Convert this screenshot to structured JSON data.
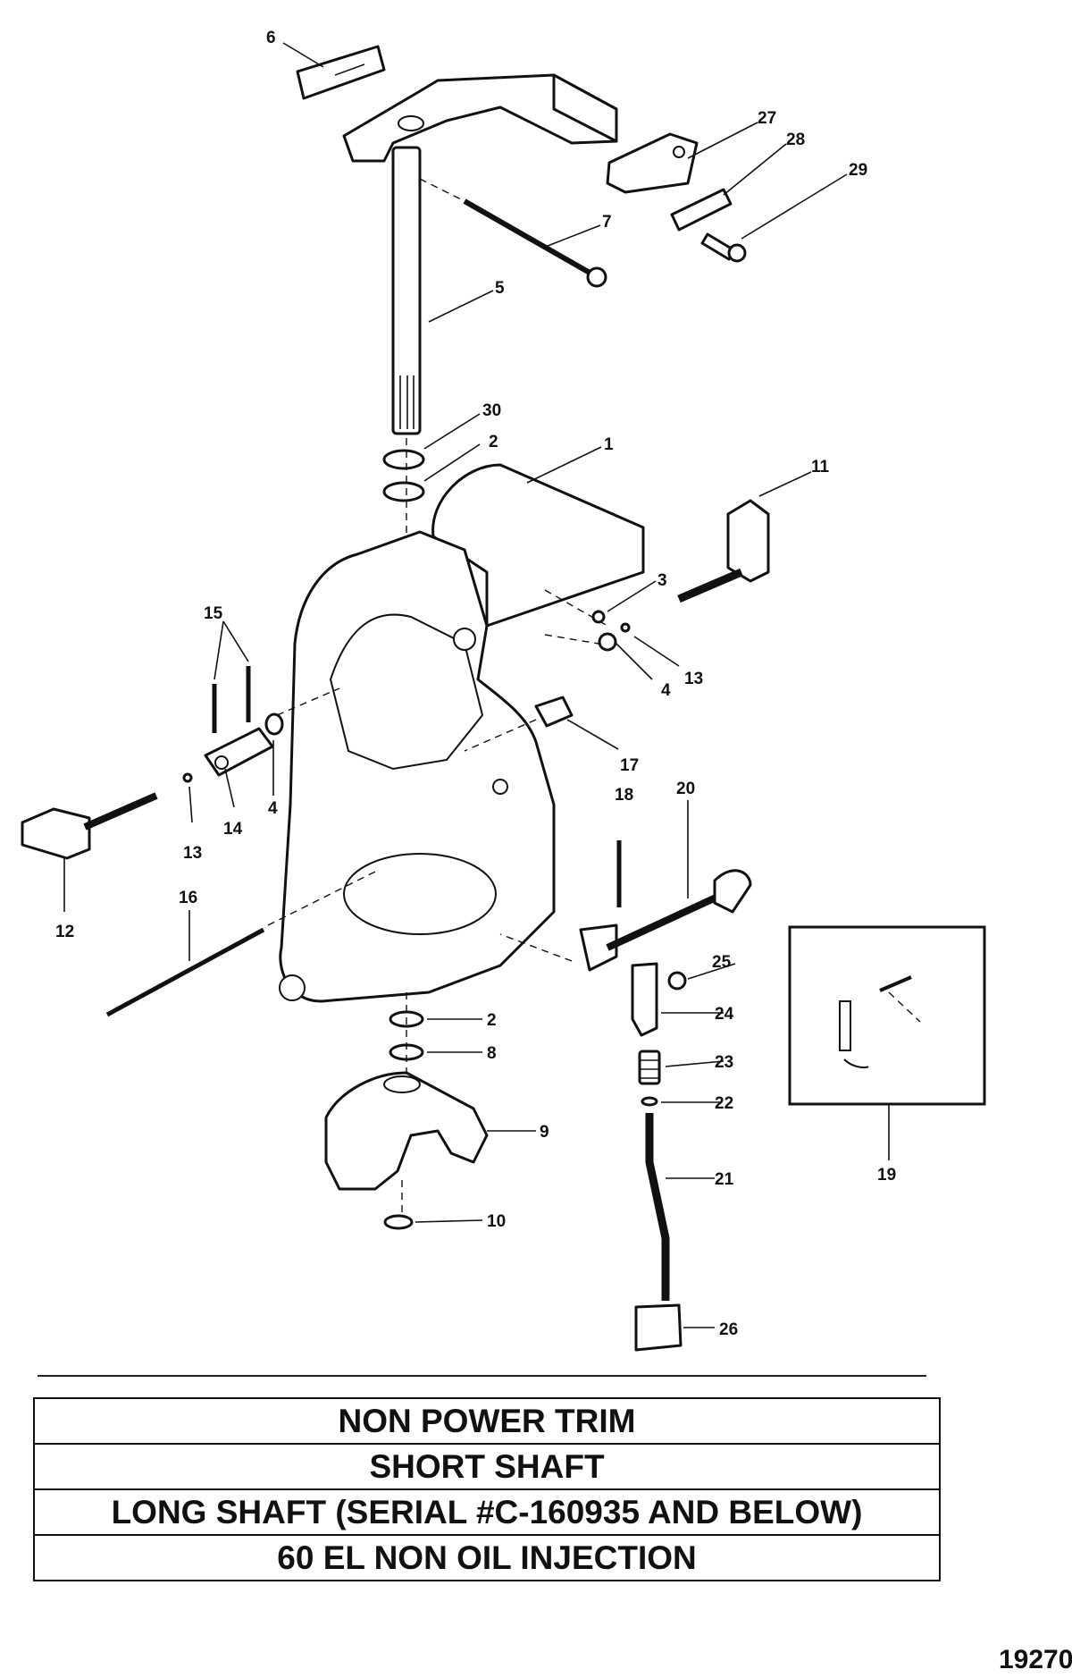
{
  "callouts": {
    "c1": "1",
    "c2a": "2",
    "c2b": "2",
    "c3": "3",
    "c4a": "4",
    "c4b": "4",
    "c5": "5",
    "c6": "6",
    "c7": "7",
    "c8": "8",
    "c9": "9",
    "c10": "10",
    "c11": "11",
    "c12": "12",
    "c13a": "13",
    "c13b": "13",
    "c14": "14",
    "c15": "15",
    "c16": "16",
    "c17": "17",
    "c18": "18",
    "c19": "19",
    "c20": "20",
    "c21": "21",
    "c22": "22",
    "c23": "23",
    "c24": "24",
    "c25": "25",
    "c26": "26",
    "c27": "27",
    "c28": "28",
    "c29": "29",
    "c30": "30"
  },
  "title_block": {
    "rows": [
      "NON POWER TRIM",
      "SHORT SHAFT",
      "LONG SHAFT (SERIAL #C-160935 AND BELOW)",
      "60 EL NON OIL INJECTION"
    ]
  },
  "drawing_number": "19270"
}
